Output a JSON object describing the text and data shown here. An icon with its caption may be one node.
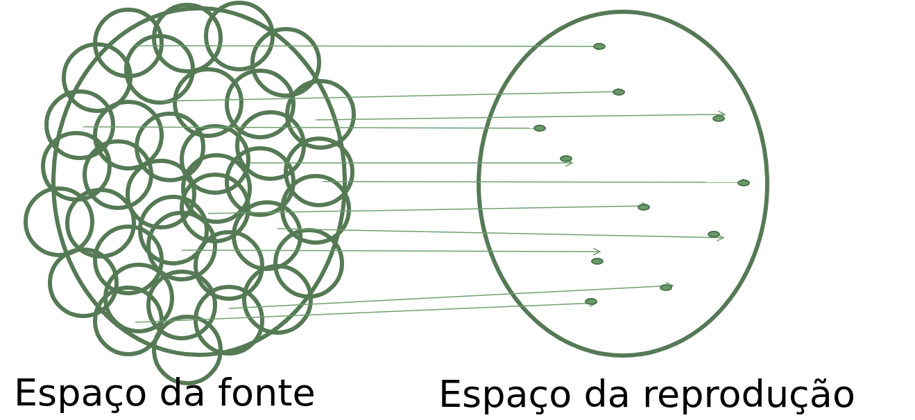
{
  "diagram": {
    "nodes": [
      {
        "text": [
          "Espaço da fonte"
        ]
      },
      {
        "text": [
          "Espaço da reprodução"
        ]
      },
      {
        "text": [],
        "shape": "circle",
        "in": 1
      },
      {
        "text": [],
        "shape": "circle",
        "in": 1
      },
      {
        "text": [],
        "shape": "circle",
        "in": 1
      },
      {
        "text": [],
        "shape": "circle",
        "in": 1
      },
      {
        "text": [],
        "shape": "circle",
        "in": 1
      },
      {
        "text": [],
        "shape": "circle",
        "in": 1
      },
      {
        "text": [],
        "shape": "circle",
        "in": 1
      },
      {
        "text": [],
        "shape": "circle",
        "in": 1
      },
      {
        "text": [],
        "shape": "circle",
        "in": 1
      },
      {
        "text": [],
        "shape": "circle",
        "in": 1
      },
      {
        "text": [],
        "shape": "circle",
        "in": 1
      }
    ],
    "edges": [
      {
        "from": 0,
        "to": 2,
        "arrow": "to"
      },
      {
        "from": 0,
        "to": 3,
        "arrow": "to"
      },
      {
        "from": 0,
        "to": 4,
        "arrow": "to"
      },
      {
        "from": 0,
        "to": 5,
        "arrow": "to"
      },
      {
        "from": 0,
        "to": 6,
        "arrow": "to"
      },
      {
        "from": 0,
        "to": 7,
        "arrow": "to"
      },
      {
        "from": 0,
        "to": 8,
        "arrow": "to"
      },
      {
        "from": 0,
        "to": 9,
        "arrow": "to"
      },
      {
        "from": 0,
        "to": 10,
        "arrow": "to"
      },
      {
        "from": 0,
        "to": 11,
        "arrow": "to"
      },
      {
        "from": 0,
        "to": 12,
        "arrow": "to"
      }
    ]
  }
}
